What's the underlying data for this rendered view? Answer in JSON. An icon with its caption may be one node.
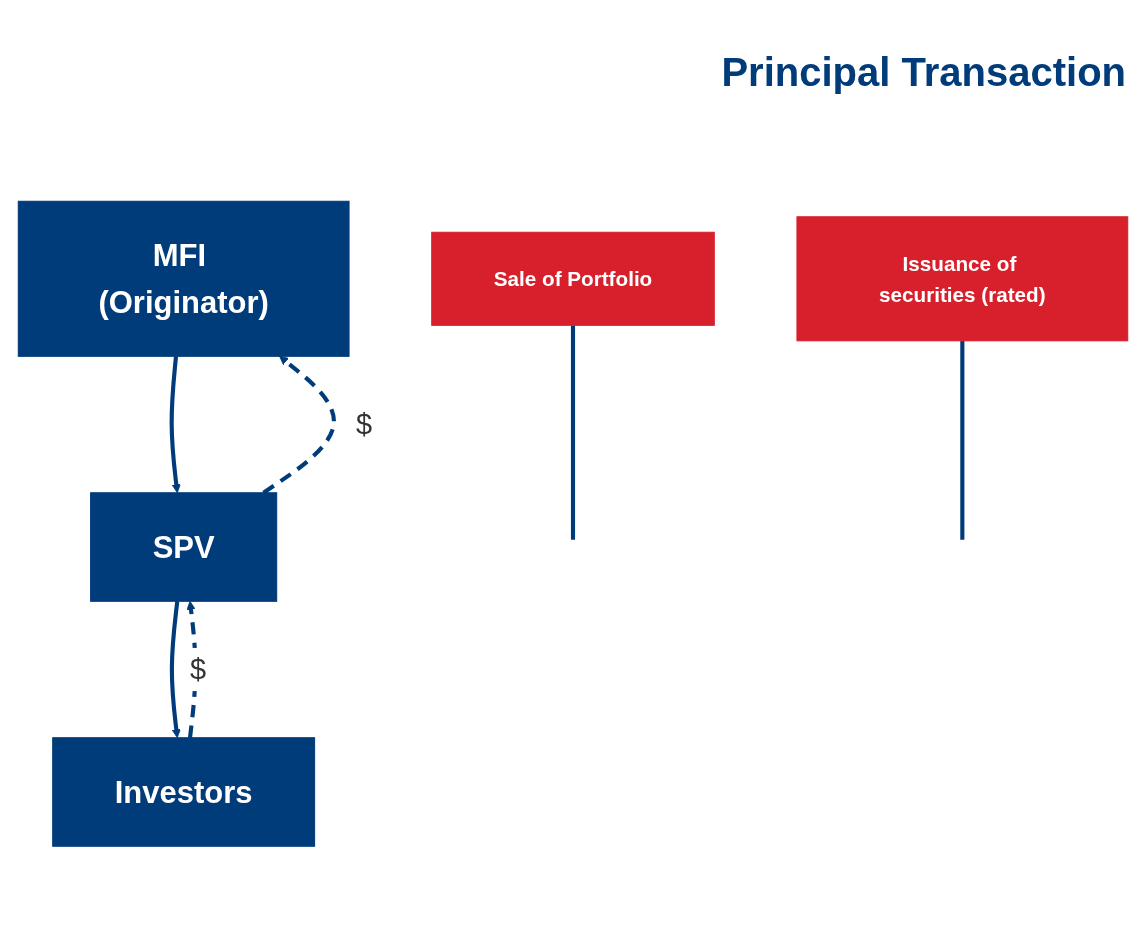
{
  "diagram": {
    "title": "Principal Transaction",
    "nodes": [
      {
        "text": [
          "MFI (Originator)"
        ]
      },
      {
        "text": [
          "SPV"
        ]
      },
      {
        "text": [
          "Investors"
        ]
      },
      {
        "text": [
          "Sale of Portfolio"
        ]
      },
      {
        "text": [
          "Issuance of securities (rated)"
        ]
      }
    ],
    "edges": [
      {
        "from": 0,
        "to": 1,
        "arrow": "to"
      },
      {
        "from": 1,
        "to": 0,
        "arrow": "to",
        "style": "dashed",
        "label": "$"
      },
      {
        "from": 1,
        "to": 2,
        "arrow": "to"
      },
      {
        "from": 2,
        "to": 1,
        "arrow": "to",
        "style": "dashed",
        "label": "$"
      },
      {
        "from": 3,
        "to": null,
        "arrow": "none"
      },
      {
        "from": 4,
        "to": null,
        "arrow": "none"
      }
    ]
  }
}
